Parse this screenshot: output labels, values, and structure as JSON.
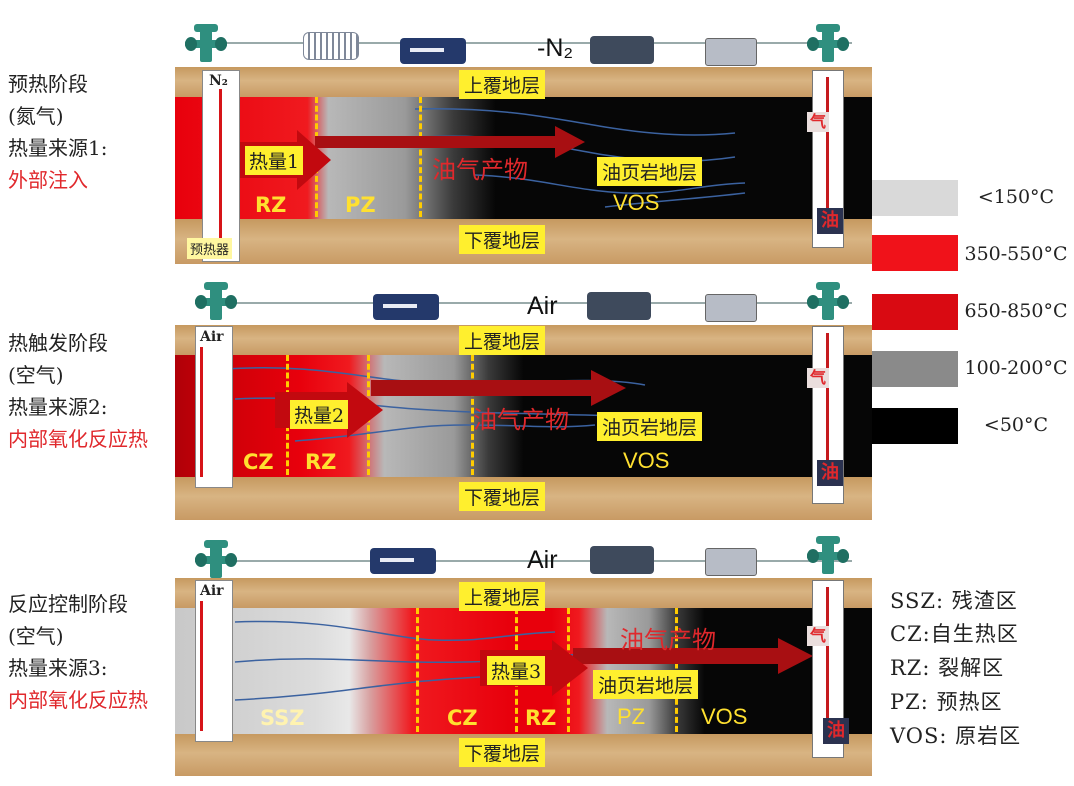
{
  "stages": [
    {
      "name": "预热阶段",
      "gas": "(氮气)",
      "source": "热量来源1:",
      "source_detail": "外部注入"
    },
    {
      "name": "热触发阶段",
      "gas": "(空气)",
      "source": "热量来源2:",
      "source_detail": "内部氧化反应热"
    },
    {
      "name": "反应控制阶段",
      "gas": "(空气)",
      "source": "热量来源3:",
      "source_detail": "内部氧化反应热"
    }
  ],
  "panels": [
    {
      "injection": "-N₂",
      "injector_label": "N₂",
      "heater": "预热器",
      "heat": "热量1",
      "zones": [
        "RZ",
        "PZ"
      ],
      "vos": "VOS"
    },
    {
      "injection": "Air",
      "injector_label": "Air",
      "heat": "热量2",
      "zones": [
        "CZ",
        "RZ"
      ],
      "vos": "VOS"
    },
    {
      "injection": "Air",
      "injector_label": "Air",
      "heat": "热量3",
      "zones": [
        "SSZ",
        "CZ",
        "RZ",
        "PZ"
      ],
      "vos": "VOS"
    }
  ],
  "common": {
    "overburden": "上覆地层",
    "underburden": "下覆地层",
    "shale": "油页岩地层",
    "product": "油气产物",
    "oil": "油",
    "gas": "气"
  },
  "legend": [
    {
      "color": "#d9d9d9",
      "label": "<150°C"
    },
    {
      "color": "#f0121a",
      "label": "350-550°C"
    },
    {
      "color": "#d90a12",
      "label": "650-850°C"
    },
    {
      "color": "#8a8a8a",
      "label": "100-200°C"
    },
    {
      "color": "#000000",
      "label": "<50°C"
    }
  ],
  "abbreviations": [
    "SSZ:  残渣区",
    "CZ:自生热区",
    "RZ:   裂解区",
    "PZ:    预热区",
    "VOS:  原岩区"
  ]
}
